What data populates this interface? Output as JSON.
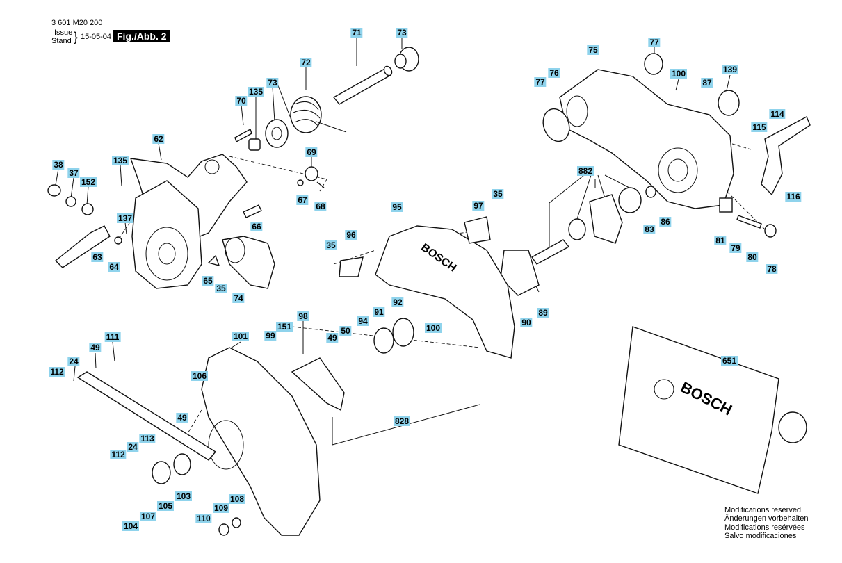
{
  "header": {
    "doc_number": "3 601 M20 200",
    "issue_label": "Issue",
    "stand_label": "Stand",
    "date": "15-05-04",
    "figure": "Fig./Abb. 2"
  },
  "brand_text": "BOSCH",
  "labels": [
    "71",
    "73",
    "72",
    "73",
    "135",
    "70",
    "62",
    "135",
    "38",
    "37",
    "152",
    "137",
    "63",
    "64",
    "69",
    "67",
    "68",
    "66",
    "65",
    "35",
    "74",
    "77",
    "76",
    "75",
    "100",
    "87",
    "139",
    "77",
    "114",
    "115",
    "116",
    "882",
    "35",
    "97",
    "95",
    "96",
    "35",
    "83",
    "86",
    "81",
    "79",
    "80",
    "78",
    "89",
    "90",
    "100",
    "98",
    "151",
    "99",
    "50",
    "49",
    "94",
    "91",
    "92",
    "101",
    "111",
    "49",
    "24",
    "112",
    "106",
    "49",
    "113",
    "24",
    "112",
    "103",
    "105",
    "107",
    "104",
    "108",
    "109",
    "110",
    "828",
    "651"
  ],
  "notes": [
    "Modifications reserved",
    "Änderungen vorbehalten",
    "Modifications resérvées",
    "Salvo modificaciones"
  ],
  "colors": {
    "label_bg": "#8fd3ec",
    "figure_bg": "#000000",
    "line": "#111111"
  }
}
